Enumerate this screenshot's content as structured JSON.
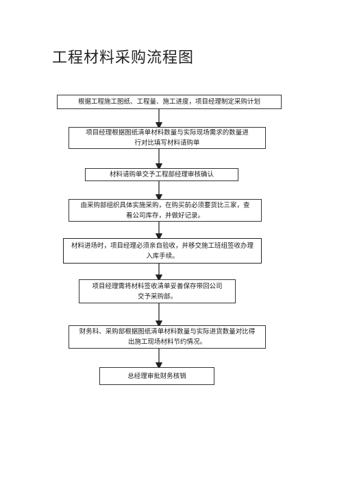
{
  "title": "工程材料采购流程图",
  "steps": [
    {
      "text": "根据工程施工图纸、工程量、施工进度，项目经理制定采购计划"
    },
    {
      "text": "项目经理根据图纸清单材料数量与实际现场需求的数量进行对比填写材料请购单"
    },
    {
      "text": "材料请购单交予工程部经理审核确认"
    },
    {
      "text": "由采购部组织具体实施采购，在购买前必须要货比三家，查看公司库存，并做好记录。"
    },
    {
      "text": "材料进场时，项目经理必须亲自验收，并移交施工班组签收办理入库手续。"
    },
    {
      "text": "项目经理需将材料签收清单妥善保存带回公司交予采购部。"
    },
    {
      "text": "财务科、采购部根据图纸清单材料数量与实际进货数量对比得出施工现场材料节约情况。"
    },
    {
      "text": "总经理审批财务核销"
    }
  ]
}
